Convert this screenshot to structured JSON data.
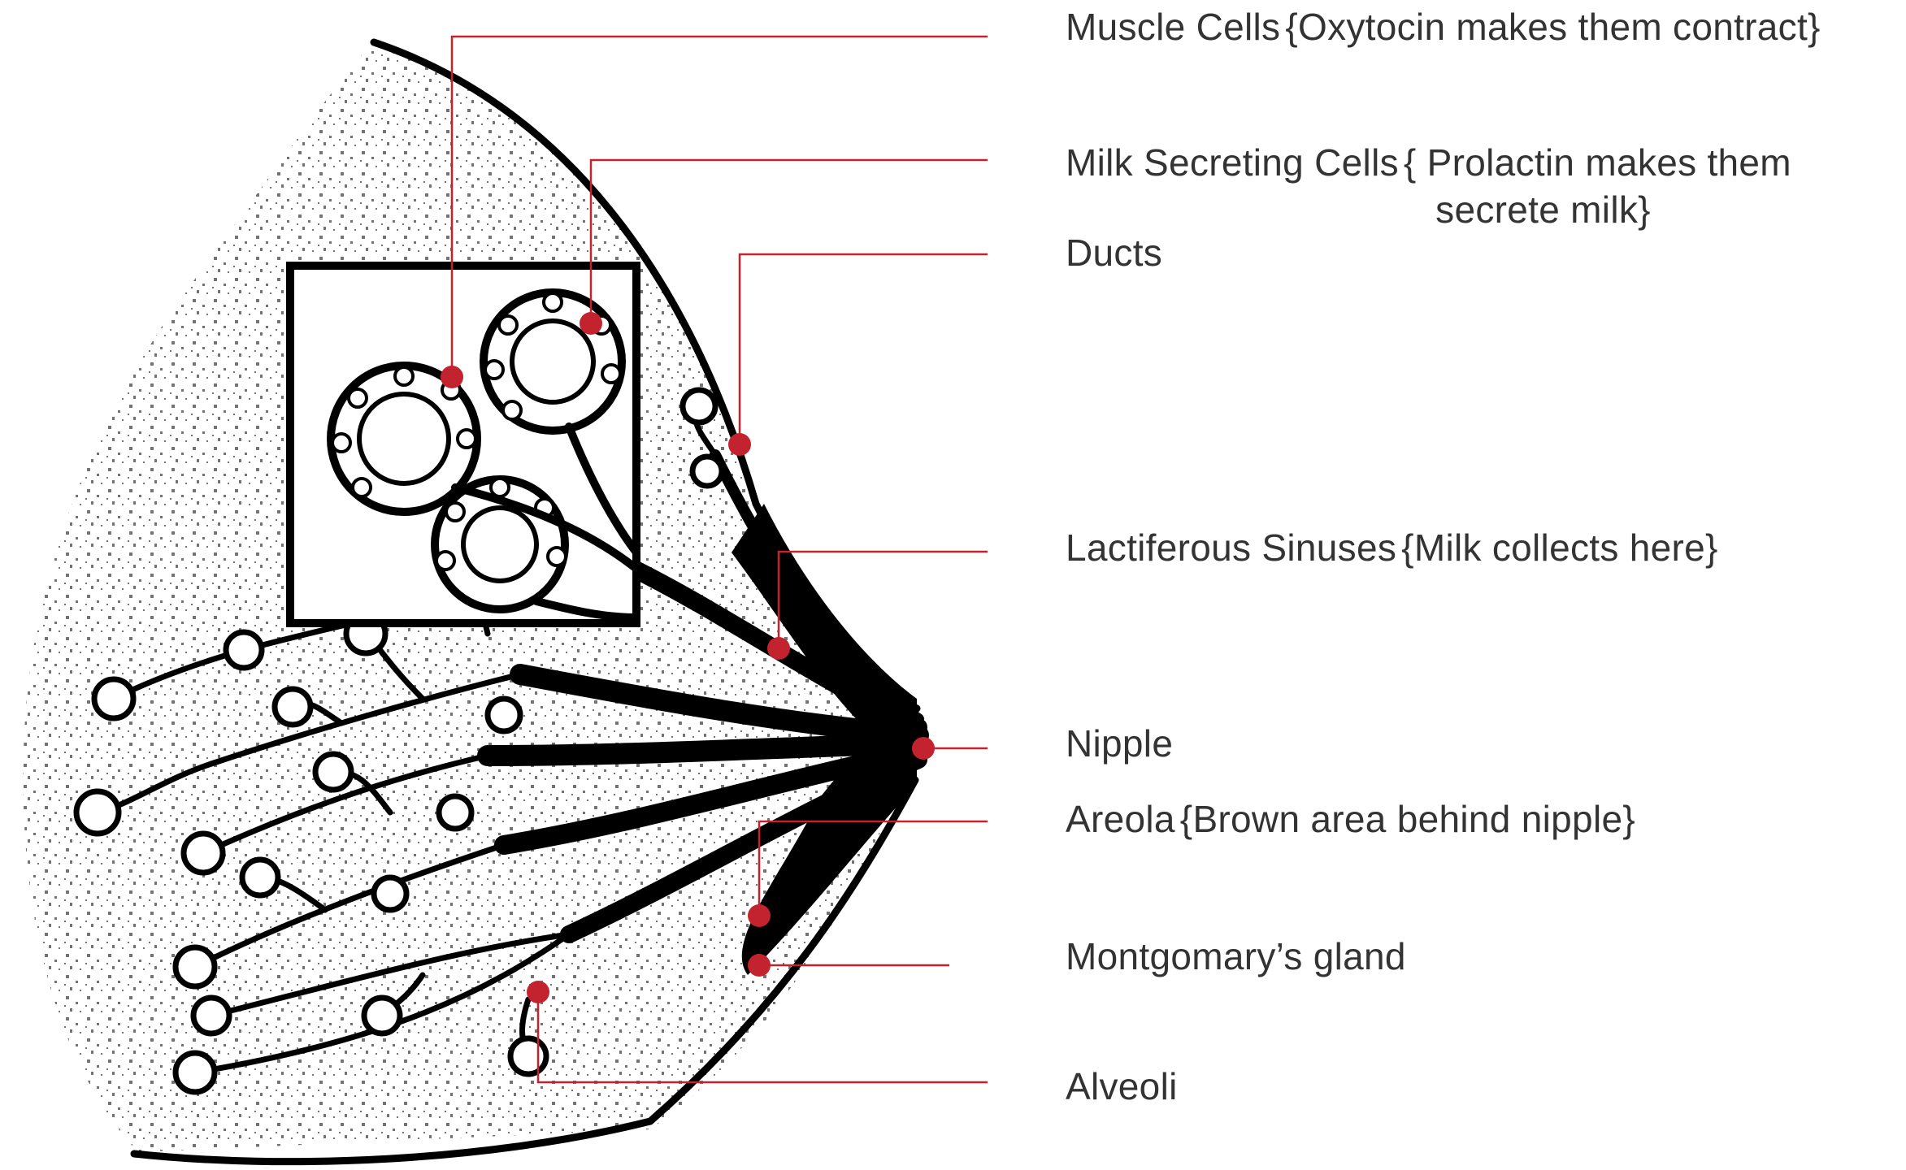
{
  "colors": {
    "leader_line": "#c3232e",
    "marker": "#c3232e",
    "ink": "#000000",
    "label_text": "#333333",
    "background": "#ffffff"
  },
  "labels": [
    {
      "id": "muscle-cells",
      "name": "Muscle Cells",
      "note": "{Oxytocin makes them contract}"
    },
    {
      "id": "milk-secreting-cells",
      "name": "Milk Secreting Cells",
      "note": "{ Prolactin makes them\n   secrete milk}"
    },
    {
      "id": "ducts",
      "name": "Ducts",
      "note": ""
    },
    {
      "id": "lactiferous-sinuses",
      "name": "Lactiferous Sinuses",
      "note": "{Milk collects here}"
    },
    {
      "id": "nipple",
      "name": "Nipple",
      "note": ""
    },
    {
      "id": "areola",
      "name": "Areola",
      "note": "{Brown area behind nipple}"
    },
    {
      "id": "montgomerys-gland",
      "name": "Montgomary’s gland",
      "note": ""
    },
    {
      "id": "alveoli",
      "name": "Alveoli",
      "note": ""
    }
  ]
}
